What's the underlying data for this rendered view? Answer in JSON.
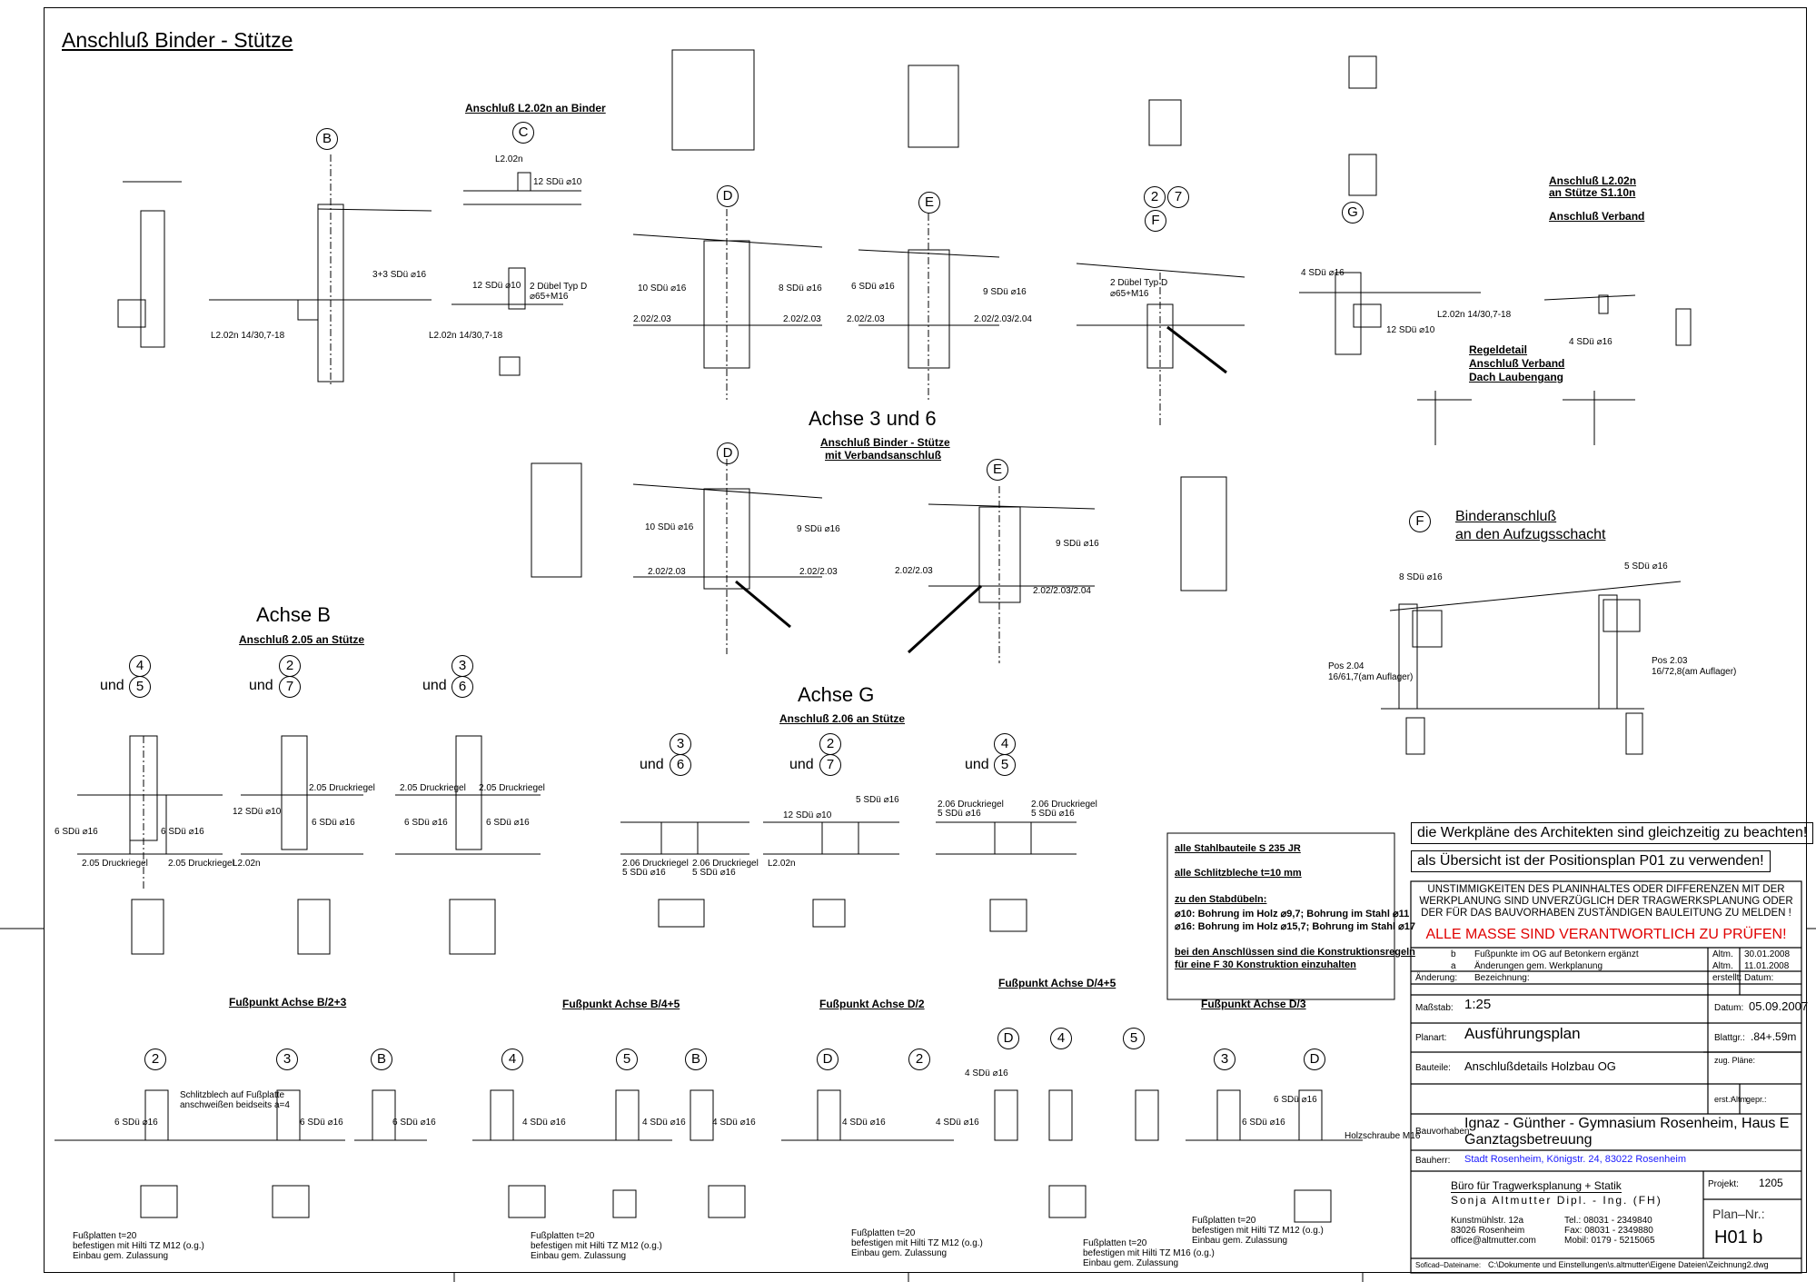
{
  "headings": {
    "main": "Anschluß Binder - Stütze",
    "achse36": "Achse 3 und 6",
    "achse36_sub1": "Anschluß Binder - Stütze",
    "achse36_sub2": "mit Verbandsanschluß",
    "achseB": "Achse B",
    "achseB_sub": "Anschluß 2.05 an Stütze",
    "achseG": "Achse G",
    "achseG_sub": "Anschluß 2.06 an Stütze",
    "anschl_l202n": "Anschluß L2.02n an Binder",
    "anschl_l202n_stuetze_1": "Anschluß L2.02n",
    "anschl_l202n_stuetze_2": "an Stütze S1.10n",
    "anschl_verband": "Anschluß Verband",
    "regeldetail_1": "Regeldetail",
    "regeldetail_2": "Anschluß Verband",
    "regeldetail_3": "Dach Laubengang",
    "binderanschluss_1": "Binderanschluß",
    "binderanschluss_2": "an den Aufzugsschacht",
    "fuss_b23": "Fußpunkt Achse B/2+3",
    "fuss_b45": "Fußpunkt Achse B/4+5",
    "fuss_d2": "Fußpunkt Achse D/2",
    "fuss_d45": "Fußpunkt Achse D/4+5",
    "fuss_d3": "Fußpunkt Achse D/3",
    "und": "und"
  },
  "axis_labels": {
    "b": "B",
    "c": "C",
    "d": "D",
    "e": "E",
    "f": "F",
    "g": "G",
    "n2": "2",
    "n3": "3",
    "n4": "4",
    "n5": "5",
    "n6": "6",
    "n7": "7"
  },
  "annotations": {
    "l202n": "L2.02n",
    "l202n_1430": "L2.02n 14/30,7-18",
    "sdu_10": "12 SDü ⌀10",
    "sdu_16_33": "3+3 SDü ⌀16",
    "sdu_16_10": "10 SDü ⌀16",
    "sdu_16_8": "8 SDü ⌀16",
    "sdu_16_9": "9 SDü ⌀16",
    "sdu_16_6": "6 SDü ⌀16",
    "sdu_16_4": "4 SDü ⌀16",
    "sdu_16_5": "5 SDü ⌀16",
    "dubel": "2 Dübel Typ D",
    "dubel_2": "⌀65+M16",
    "n202_203": "2.02/2.03",
    "n202_203_204": "2.02/2.03/2.04",
    "druckriegel": "2.05 Druckriegel",
    "druckriegel_6": "2.06 Druckriegel",
    "schlitzblech": "Schlitzblech auf Fußplatte",
    "schlitzblech_2": "anschweißen beidseits a=4",
    "fuss_1": "Fußplatten t=20",
    "fuss_2": "befestigen mit Hilti TZ M12 (o.g.)",
    "fuss_2b": "befestigen mit Hilti TZ M16 (o.g.)",
    "fuss_3": "Einbau gem. Zulassung",
    "pos204": "Pos 2.04",
    "pos204_2": "16/61,7(am Auflager)",
    "pos203": "Pos 2.03",
    "pos203_2": "16/72,8(am Auflager)",
    "holzschraube": "Holzschraube M16"
  },
  "notes_box": {
    "line1": "alle Stahlbauteile S 235 JR",
    "line2": "alle Schlitzbleche t=10 mm",
    "line3": "zu den Stabdübeln:",
    "line4": "⌀10: Bohrung im Holz ⌀9,7; Bohrung im Stahl ⌀11",
    "line5": "⌀16: Bohrung im Holz ⌀15,7; Bohrung im Stahl ⌀17",
    "line6": "bei den Anschlüssen sind die Konstruktionsregeln",
    "line7": "für eine F 30 Konstruktion einzuhalten"
  },
  "title_block": {
    "note1": "die Werkpläne des Architekten sind gleichzeitig zu beachten!",
    "note2": "als Übersicht ist der Positionsplan P01 zu verwenden!",
    "warning_1": "UNSTIMMIGKEITEN DES PLANINHALTES ODER DIFFERENZEN MIT DER",
    "warning_2": "WERKPLANUNG SIND UNVERZÜGLICH DER TRAGWERKSPLANUNG ODER",
    "warning_3": "DER FÜR DAS BAUVORHABEN ZUSTÄNDIGEN BAULEITUNG ZU MELDEN !",
    "masse": "ALLE MASSE SIND VERANTWORTLICH ZU PRÜFEN!",
    "rev_b_mark": "b",
    "rev_b_text": "Fußpunkte im OG auf Betonkern ergänzt",
    "rev_b_by": "Altm.",
    "rev_b_date": "30.01.2008",
    "rev_a_mark": "a",
    "rev_a_text": "Änderungen gem. Werkplanung",
    "rev_a_by": "Altm.",
    "rev_a_date": "11.01.2008",
    "h_aenderung": "Änderung:",
    "h_bezeichnung": "Bezeichnung:",
    "h_erstellt": "erstellt:",
    "h_datum": "Datum:",
    "massstab_label": "Maßstab:",
    "massstab": "1:25",
    "datum_label": "Datum:",
    "datum": "05.09.2007",
    "planart_label": "Planart:",
    "planart": "Ausführungsplan",
    "blattgr_label": "Blattgr.:",
    "blattgr": ".84+.59m",
    "bauteile_label": "Bauteile:",
    "bauteile": "Anschlußdetails Holzbau OG",
    "zug_label": "zug. Pläne:",
    "erst_label": "erst.:",
    "erst": "Altm.",
    "gepr_label": "gepr.:",
    "bauvorhaben_label": "Bauvorhaben:",
    "bauvorhaben_1": "Ignaz - Günther - Gymnasium Rosenheim, Haus E",
    "bauvorhaben_2": "Ganztagsbetreuung",
    "bauherr_label": "Bauherr:",
    "bauherr": "Stadt Rosenheim, Königstr. 24, 83022 Rosenheim",
    "buero_1": "Büro für Tragwerksplanung + Statik",
    "buero_2": "Sonja Altmutter Dipl. - Ing. (FH)",
    "addr_1": "Kunstmühlstr. 12a",
    "addr_2": "83026 Rosenheim",
    "addr_3": "office@altmutter.com",
    "tel": "Tel.: 08031 - 2349840",
    "fax": "Fax: 08031 - 2349880",
    "mobil": "Mobil: 0179 - 5215065",
    "projekt_label": "Projekt:",
    "projekt": "1205",
    "plannr_label": "Plan–Nr.:",
    "plannr": "H01 b",
    "dateiname_label": "Soficad–Dateiname:",
    "dateiname": "C:\\Dokumente und Einstellungen\\s.altmutter\\Eigene Dateien\\Zeichnung2.dwg"
  },
  "colors": {
    "line": "#000000",
    "warning": "#e00000",
    "link": "#1a1aff"
  }
}
